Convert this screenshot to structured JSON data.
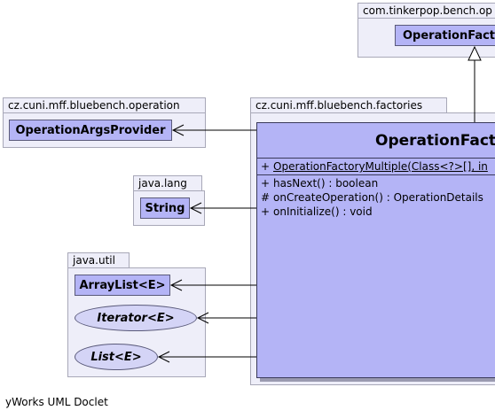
{
  "packages": {
    "tinkerpop": {
      "name": "com.tinkerpop.bench.op",
      "class_name": "OperationFact"
    },
    "operation": {
      "name": "cz.cuni.mff.bluebench.operation",
      "class_name": "OperationArgsProvider"
    },
    "factories": {
      "name": "cz.cuni.mff.bluebench.factories"
    },
    "java_lang": {
      "name": "java.lang",
      "class_name": "String"
    },
    "java_util": {
      "name": "java.util",
      "class_name": "ArrayList<E>",
      "interfaces": [
        "Iterator<E>",
        "List<E>"
      ]
    }
  },
  "main_class": {
    "title": "OperationFacto",
    "constructor": {
      "visibility": "+",
      "signature": "OperationFactoryMultiple(Class<?>[], in"
    },
    "methods": [
      {
        "visibility": "+",
        "signature": "hasNext() : boolean"
      },
      {
        "visibility": "#",
        "signature": "onCreateOperation() : OperationDetails"
      },
      {
        "visibility": "+",
        "signature": "onInitialize() : void"
      }
    ]
  },
  "footer": "yWorks UML Doclet"
}
